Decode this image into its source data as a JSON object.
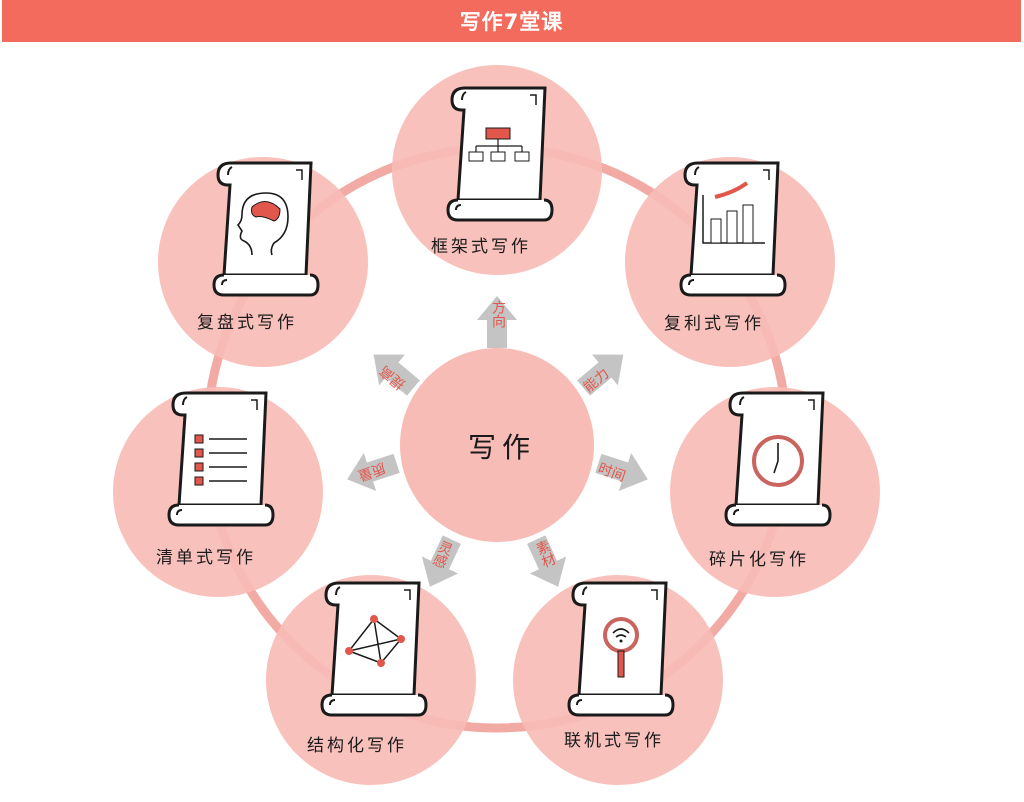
{
  "header": {
    "title": "写作7堂课",
    "color": "#f36b5c"
  },
  "colors": {
    "node_fill": "#f8bcb6",
    "ring": "#ee8d85",
    "arrow": "#c4c4c4",
    "arrow_text": "#e2574c",
    "accent": "#e2574c"
  },
  "center": {
    "label": "写作"
  },
  "nodes": [
    {
      "label": "框架式写作",
      "icon": "org-chart-icon"
    },
    {
      "label": "复利式写作",
      "icon": "bar-chart-growth-icon"
    },
    {
      "label": "碎片化写作",
      "icon": "clock-icon"
    },
    {
      "label": "联机式写作",
      "icon": "magnifier-wifi-icon"
    },
    {
      "label": "结构化写作",
      "icon": "pyramid-icon"
    },
    {
      "label": "清单式写作",
      "icon": "checklist-icon"
    },
    {
      "label": "复盘式写作",
      "icon": "head-brain-icon"
    }
  ],
  "arrows": [
    {
      "label": "方向"
    },
    {
      "label": "能力"
    },
    {
      "label": "时间"
    },
    {
      "label": "素材"
    },
    {
      "label": "灵感"
    },
    {
      "label": "质量"
    },
    {
      "label": "提高"
    }
  ]
}
